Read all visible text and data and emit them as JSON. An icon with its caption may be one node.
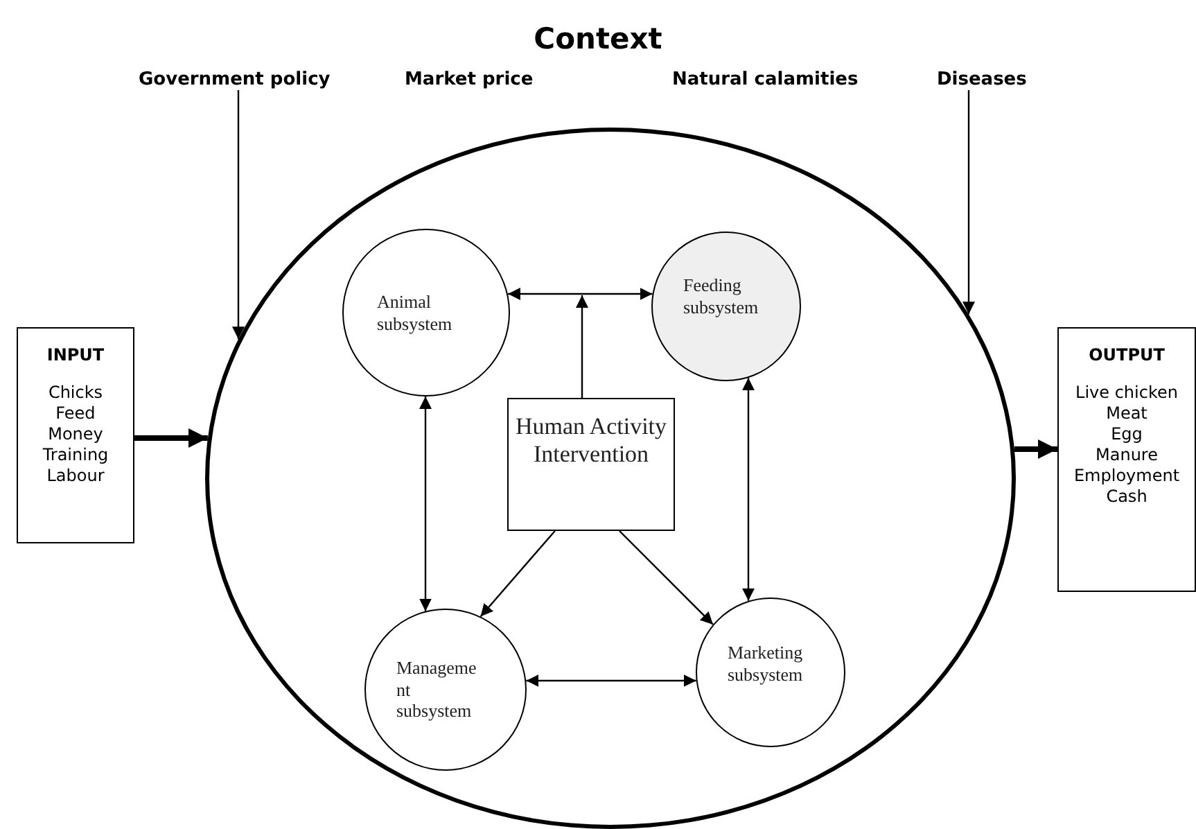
{
  "diagram": {
    "title": "Context",
    "nodes": [
      {
        "text": [
          "Government policy"
        ]
      },
      {
        "text": [
          "Diseases"
        ]
      },
      {
        "text": [
          "INPUT",
          "Chicks",
          "Feed",
          "Money",
          "Training",
          "Labour"
        ]
      },
      {
        "text": [],
        "shape": "circle"
      },
      {
        "text": [
          "Animal subsystem"
        ],
        "in": 3
      },
      {
        "text": [
          "Feeding subsystem"
        ],
        "in": 3
      },
      {
        "text": [
          "Human Activity Intervention"
        ],
        "in": 3
      },
      {
        "text": [
          "Manageme nt subsystem"
        ],
        "in": 3
      },
      {
        "text": [
          "Marketing subsystem"
        ],
        "in": 3
      },
      {
        "text": [
          "OUTPUT",
          "Live chicken",
          "Meat",
          "Egg",
          "Manure",
          "Employment",
          "Cash"
        ]
      }
    ],
    "edges": [
      {
        "from": 0,
        "to": 3,
        "arrow": "to"
      },
      {
        "from": 1,
        "to": 3,
        "arrow": "to"
      },
      {
        "from": 2,
        "to": 3,
        "arrow": "to",
        "style": "thick"
      },
      {
        "from": 3,
        "to": 9,
        "arrow": "to",
        "style": "thick"
      },
      {
        "from": 4,
        "to": 5,
        "arrow": "both"
      },
      {
        "from": 6,
        "to": null,
        "arrow": "to"
      },
      {
        "from": 4,
        "to": 7,
        "arrow": "both"
      },
      {
        "from": 5,
        "to": 8,
        "arrow": "both"
      },
      {
        "from": 6,
        "to": 7,
        "arrow": "to"
      },
      {
        "from": 6,
        "to": 8,
        "arrow": "to"
      },
      {
        "from": 7,
        "to": 8,
        "arrow": "both"
      }
    ],
    "labels": [
      "Market price",
      "Natural calamities"
    ]
  }
}
